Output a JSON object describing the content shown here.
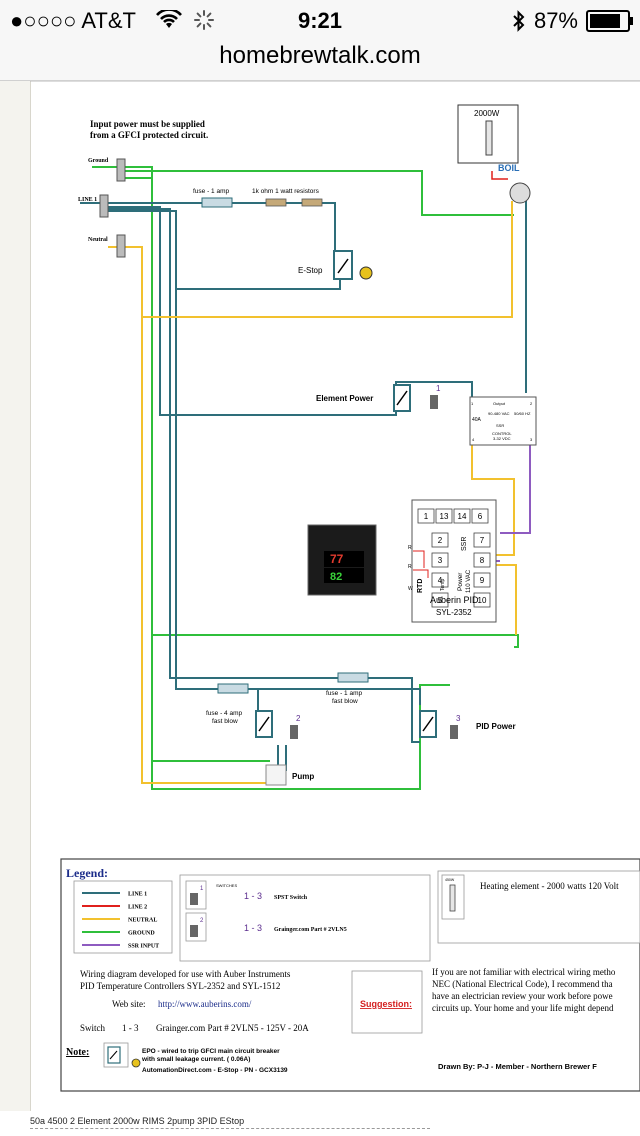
{
  "status_bar": {
    "carrier": "●○○○○ AT&T",
    "time": "9:21",
    "battery": "87%",
    "battery_level": 0.87
  },
  "browser": {
    "url": "homebrewtalk.com"
  },
  "diagram": {
    "gfci_note_line1": "Input power must be supplied",
    "gfci_note_line2": "from a GFCI protected circuit.",
    "label_ground": "Ground",
    "label_line1": "LINE 1",
    "label_neutral": "Neutral",
    "fuse1_label": "fuse - 1 amp",
    "resistor_label": "1k ohm 1 watt resistors",
    "estop_label": "E-Stop",
    "element_wattage": "2000W",
    "boil_label": "BOIL",
    "element_power_label": "Element Power",
    "switch1_num": "1",
    "ssr_output": "Output",
    "ssr_40a": "40A",
    "ssr_vac": "90-480 VAC",
    "ssr_hz": "50/60 HZ",
    "ssr_label": "SSR",
    "ssr_control": "CONTROL",
    "ssr_vdc": "3-32 VDC",
    "ssr_t1": "1",
    "ssr_t2": "2",
    "ssr_t3": "3",
    "ssr_t4": "4",
    "pid_display_top": "77",
    "pid_display_bottom": "82",
    "pid_terminals": [
      "1",
      "13",
      "14",
      "6",
      "2",
      "7",
      "3",
      "8",
      "4",
      "9",
      "5",
      "10"
    ],
    "pid_ssr_label": "SSR",
    "pid_temp_label": "Temp",
    "pid_rtd_label": "RTD",
    "pid_power_label": "Power",
    "pid_vac_label": "110 VAC",
    "pid_r1": "R",
    "pid_r2": "R",
    "pid_w": "W",
    "pid_name": "Auberin PID",
    "pid_model": "SYL-2352",
    "fuse4_label1": "fuse - 4 amp",
    "fuse4_label2": "fast blow",
    "fuse1b_label1": "fuse - 1 amp",
    "fuse1b_label2": "fast blow",
    "switch2_num": "2",
    "switch3_num": "3",
    "pid_power_switch_label": "PID Power",
    "pump_label": "Pump"
  },
  "legend": {
    "title": "Legend:",
    "items": [
      {
        "label": "LINE 1",
        "color": "#2e6e7a"
      },
      {
        "label": "LINE 2",
        "color": "#e0201c"
      },
      {
        "label": "NEUTRAL",
        "color": "#f2c12e"
      },
      {
        "label": "GROUND",
        "color": "#2fbf3b"
      },
      {
        "label": "SSR INPUT",
        "color": "#8e5bc0"
      }
    ],
    "switches_header": "SWITCHES",
    "sw_range1": "1 - 3",
    "sw_type": "SPST Switch",
    "sw_range2": "1 - 3",
    "sw_part": "Grainger.com Part # 2VLN5",
    "sw_icon1_num": "1",
    "sw_icon2_num": "2",
    "heating_icon_label": "450W",
    "heating_text": "Heating element - 2000 watts 120 Volt",
    "info_line1": "Wiring diagram developed for use with Auber Instruments",
    "info_line2": "PID Temperature Controllers SYL-2352 and SYL-1512",
    "website_label": "Web site:",
    "website_url": "http://www.auberins.com/",
    "switch_label": "Switch",
    "switch_range": "1 - 3",
    "switch_part": "Grainger.com Part # 2VLN5 - 125V - 20A",
    "suggestion_label": "Suggestion:",
    "suggestion_line1": "If you are not familiar with electrical wiring metho",
    "suggestion_line2": "NEC (National Electrical Code), I recommend tha",
    "suggestion_line3": "have an electrician review your work before powe",
    "suggestion_line4": "circuits up. Your home and your life might depend",
    "note_label": "Note:",
    "epo_line1": "EPO - wired to trip GFCI main circuit breaker",
    "epo_line2": "with small leakage current. ( 0.06A)",
    "epo_line3": "AutomationDirect.com  -  E-Stop  -  PN - GCX3139",
    "drawn_by": "Drawn By: P-J - Member - Northern Brewer F"
  },
  "caption": "50a 4500 2 Element 2000w RIMS 2pump 3PID EStop"
}
